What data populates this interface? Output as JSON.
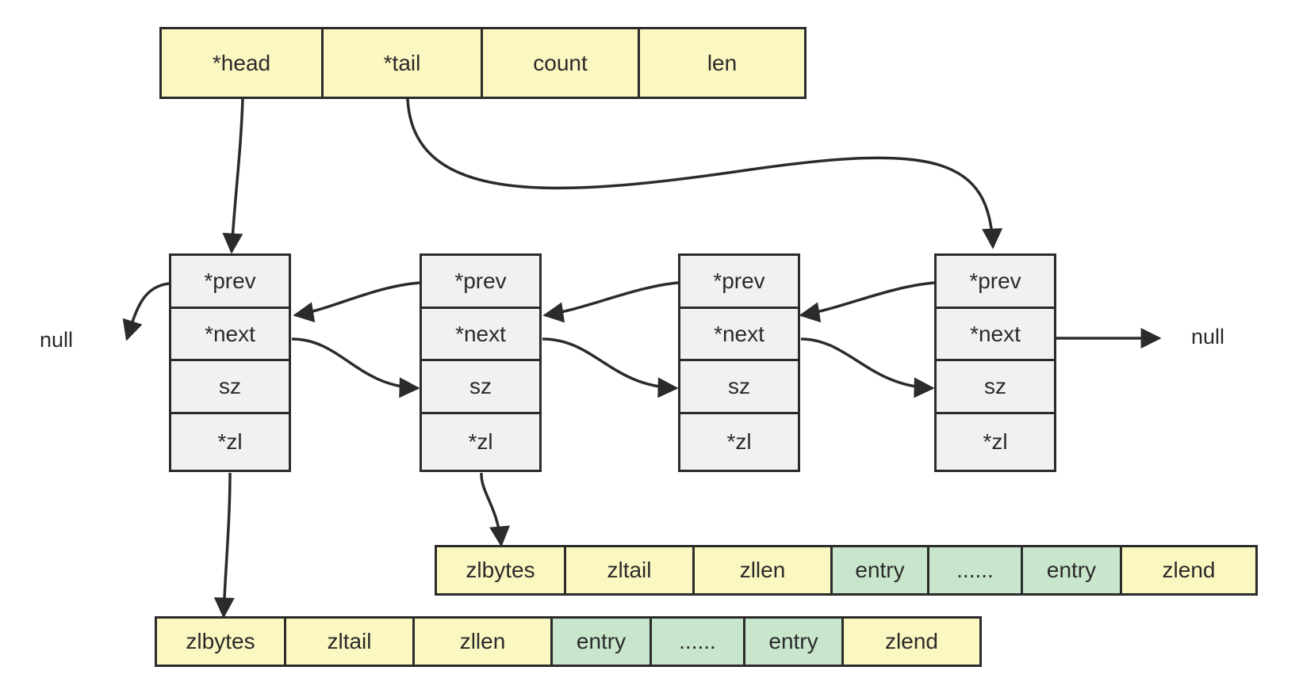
{
  "quicklist": {
    "fields": [
      "*head",
      "*tail",
      "count",
      "len"
    ]
  },
  "nodes": [
    {
      "fields": [
        "*prev",
        "*next",
        "sz",
        "*zl"
      ]
    },
    {
      "fields": [
        "*prev",
        "*next",
        "sz",
        "*zl"
      ]
    },
    {
      "fields": [
        "*prev",
        "*next",
        "sz",
        "*zl"
      ]
    },
    {
      "fields": [
        "*prev",
        "*next",
        "sz",
        "*zl"
      ]
    }
  ],
  "null_left": "null",
  "null_right": "null",
  "ziplist_upper": {
    "cells": [
      {
        "text": "zlbytes",
        "kind": "header"
      },
      {
        "text": "zltail",
        "kind": "header"
      },
      {
        "text": "zllen",
        "kind": "header"
      },
      {
        "text": "entry",
        "kind": "entry"
      },
      {
        "text": "......",
        "kind": "entry"
      },
      {
        "text": "entry",
        "kind": "entry"
      },
      {
        "text": "zlend",
        "kind": "header"
      }
    ]
  },
  "ziplist_lower": {
    "cells": [
      {
        "text": "zlbytes",
        "kind": "header"
      },
      {
        "text": "zltail",
        "kind": "header"
      },
      {
        "text": "zllen",
        "kind": "header"
      },
      {
        "text": "entry",
        "kind": "entry"
      },
      {
        "text": "......",
        "kind": "entry"
      },
      {
        "text": "entry",
        "kind": "entry"
      },
      {
        "text": "zlend",
        "kind": "header"
      }
    ]
  },
  "colors": {
    "header_fill": "#fbf7c0",
    "entry_fill": "#c8e6cc",
    "node_fill": "#f0f1f3",
    "stroke": "#2b2b2b"
  }
}
